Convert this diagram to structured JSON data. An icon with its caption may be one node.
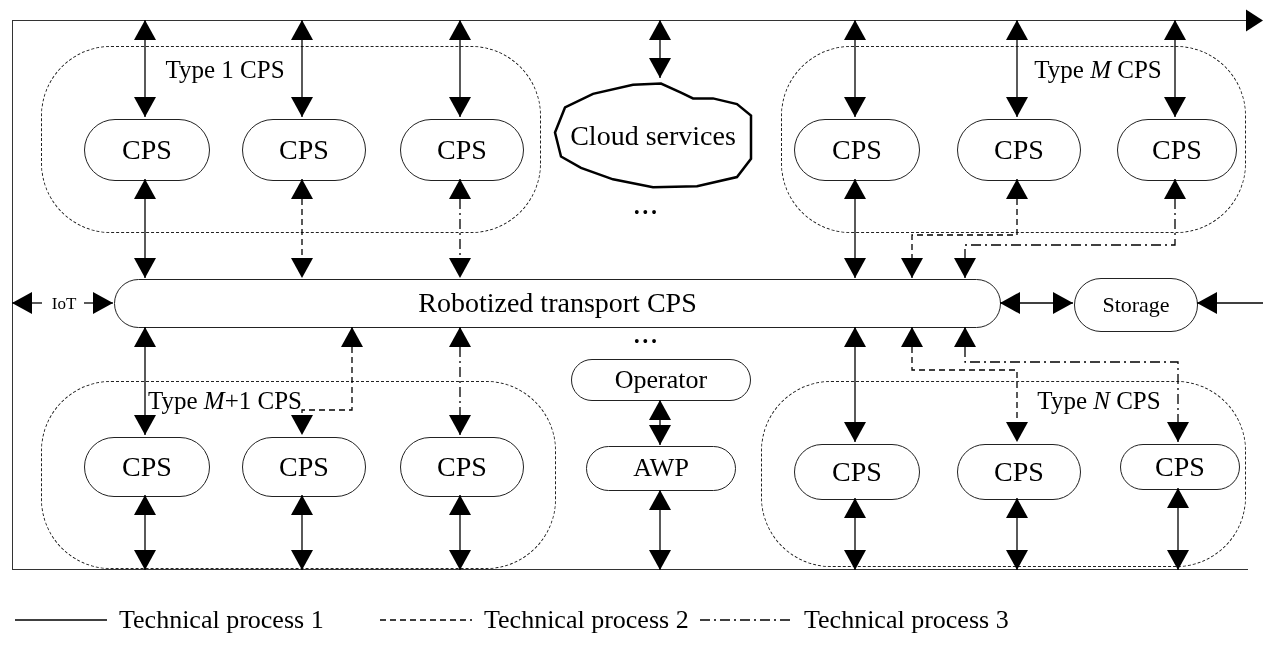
{
  "diagram": {
    "nodes": [
      {
        "text": [],
        "shape": "box"
      },
      {
        "text": [
          "Type 1 CPS"
        ],
        "in": 0
      },
      {
        "text": [
          "CPS"
        ],
        "in": 1
      },
      {
        "text": [
          "CPS"
        ],
        "in": 1
      },
      {
        "text": [
          "CPS"
        ],
        "in": 1
      },
      {
        "text": [
          "Cloud services"
        ],
        "in": 0
      },
      {
        "text": [
          "Type *M* CPS"
        ],
        "in": 0
      },
      {
        "text": [
          "CPS"
        ],
        "in": 6
      },
      {
        "text": [
          "CPS"
        ],
        "in": 6
      },
      {
        "text": [
          "CPS"
        ],
        "in": 6
      },
      {
        "text": [
          "Robotized transport CPS"
        ],
        "in": 0
      },
      {
        "text": [
          "IoT"
        ],
        "in": 0
      },
      {
        "text": [
          "Storage"
        ],
        "in": 0
      },
      {
        "text": [
          "Type *M*+1 CPS"
        ],
        "in": 0
      },
      {
        "text": [
          "CPS"
        ],
        "in": 13
      },
      {
        "text": [
          "CPS"
        ],
        "in": 13
      },
      {
        "text": [
          "CPS"
        ],
        "in": 13
      },
      {
        "text": [
          "Operator"
        ],
        "in": 0
      },
      {
        "text": [
          "AWP"
        ],
        "in": 0
      },
      {
        "text": [
          "Type *N* CPS"
        ],
        "in": 0
      },
      {
        "text": [
          "CPS"
        ],
        "in": 19
      },
      {
        "text": [
          "CPS"
        ],
        "in": 19
      },
      {
        "text": [
          "CPS"
        ],
        "in": 19
      }
    ],
    "edges": [
      {
        "from": 0,
        "to": 2,
        "arrow": "both"
      },
      {
        "from": 0,
        "to": 3,
        "arrow": "both"
      },
      {
        "from": 0,
        "to": 4,
        "arrow": "both"
      },
      {
        "from": 0,
        "to": 5,
        "arrow": "both"
      },
      {
        "from": 0,
        "to": 7,
        "arrow": "both"
      },
      {
        "from": 0,
        "to": 8,
        "arrow": "both"
      },
      {
        "from": 0,
        "to": 9,
        "arrow": "both"
      },
      {
        "from": 2,
        "to": 10,
        "arrow": "both"
      },
      {
        "from": 3,
        "to": 10,
        "arrow": "both",
        "style": "dashed"
      },
      {
        "from": 4,
        "to": 10,
        "arrow": "both",
        "style": "dashed"
      },
      {
        "from": 7,
        "to": 10,
        "arrow": "both"
      },
      {
        "from": 8,
        "to": 10,
        "arrow": "both",
        "style": "dashed"
      },
      {
        "from": 9,
        "to": 10,
        "arrow": "both",
        "style": "dashed"
      },
      {
        "from": 11,
        "to": 0,
        "arrow": "to"
      },
      {
        "from": 11,
        "to": 10,
        "arrow": "to"
      },
      {
        "from": 10,
        "to": 12,
        "arrow": "both"
      },
      {
        "from": null,
        "to": 12,
        "arrow": "to"
      },
      {
        "from": 10,
        "to": 14,
        "arrow": "both"
      },
      {
        "from": 10,
        "to": 15,
        "arrow": "both",
        "style": "dashed"
      },
      {
        "from": 10,
        "to": 16,
        "arrow": "both",
        "style": "dashed"
      },
      {
        "from": 10,
        "to": 20,
        "arrow": "both"
      },
      {
        "from": 10,
        "to": 21,
        "arrow": "both",
        "style": "dashed"
      },
      {
        "from": 10,
        "to": 22,
        "arrow": "both",
        "style": "dashed"
      },
      {
        "from": 17,
        "to": 18,
        "arrow": "both"
      },
      {
        "from": 18,
        "to": 0,
        "arrow": "both"
      },
      {
        "from": 14,
        "to": 0,
        "arrow": "both"
      },
      {
        "from": 15,
        "to": 0,
        "arrow": "both"
      },
      {
        "from": 16,
        "to": 0,
        "arrow": "both"
      },
      {
        "from": 20,
        "to": 0,
        "arrow": "both"
      },
      {
        "from": 21,
        "to": 0,
        "arrow": "both"
      },
      {
        "from": 22,
        "to": 0,
        "arrow": "both"
      }
    ],
    "labels": [
      "•••",
      "•••"
    ],
    "legend": [
      {
        "text": "Technical process 1"
      },
      {
        "text": "Technical process 2"
      },
      {
        "text": "Technical process 3"
      }
    ]
  }
}
